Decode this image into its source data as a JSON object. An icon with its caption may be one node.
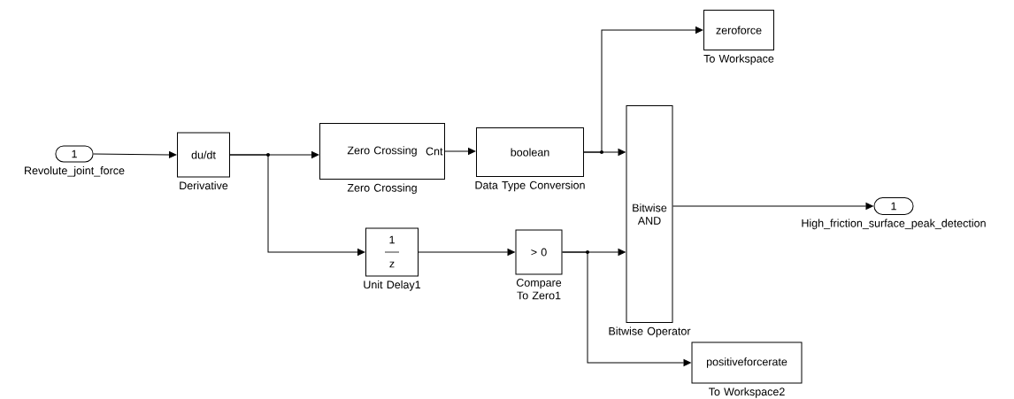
{
  "diagram": {
    "nodes": [
      {
        "text": [
          "1"
        ],
        "beside": [
          "Revolute_joint_force"
        ]
      },
      {
        "text": [
          "du/dt"
        ],
        "beside": [
          "Derivative"
        ]
      },
      {
        "text": [
          "Zero Crossing",
          "Cnt"
        ],
        "beside": [
          "Zero Crossing"
        ]
      },
      {
        "text": [
          "boolean"
        ],
        "beside": [
          "Data Type Conversion"
        ]
      },
      {
        "text": [
          "zeroforce"
        ],
        "beside": [
          "To Workspace"
        ]
      },
      {
        "text": [
          "Bitwise AND"
        ],
        "beside": [
          "Bitwise Operator"
        ]
      },
      {
        "text": [
          "1"
        ],
        "beside": [
          "High_friction_surface_peak_detection"
        ]
      },
      {
        "text": [
          "1",
          "z"
        ],
        "beside": [
          "Unit Delay1"
        ]
      },
      {
        "text": [
          "> 0"
        ],
        "beside": [
          "Compare To Zero1"
        ]
      },
      {
        "text": [
          "positiveforcerate"
        ],
        "beside": [
          "To Workspace2"
        ]
      }
    ],
    "edges": [
      {
        "from": 0,
        "to": 1,
        "arrow": "to"
      },
      {
        "from": 1,
        "to": 2,
        "arrow": "to"
      },
      {
        "from": 1,
        "to": 7,
        "arrow": "to"
      },
      {
        "from": 2,
        "to": 3,
        "arrow": "to"
      },
      {
        "from": 3,
        "to": 4,
        "arrow": "to"
      },
      {
        "from": 3,
        "to": 5,
        "arrow": "to"
      },
      {
        "from": 7,
        "to": 8,
        "arrow": "to"
      },
      {
        "from": 8,
        "to": 5,
        "arrow": "to"
      },
      {
        "from": 8,
        "to": 9,
        "arrow": "to"
      },
      {
        "from": 5,
        "to": 6,
        "arrow": "to"
      }
    ]
  }
}
